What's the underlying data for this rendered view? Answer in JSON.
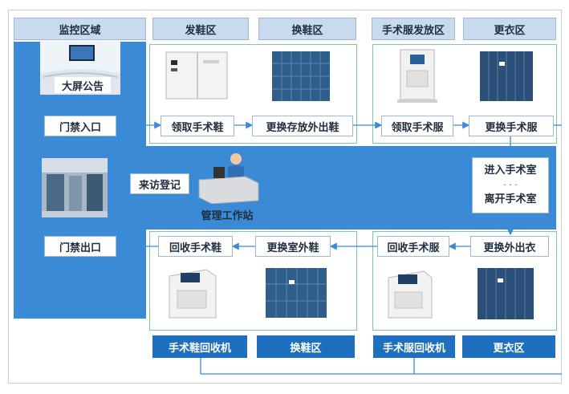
{
  "headers": {
    "monitor_zone": "监控区域",
    "shoe_issue_zone": "发鞋区",
    "shoe_change_zone": "换鞋区",
    "gown_issue_zone": "手术服发放区",
    "changing_room_zone": "更衣区"
  },
  "screen_notice": "大屏公告",
  "entry_gate": "门禁入口",
  "exit_gate": "门禁出口",
  "visitor_registration": "来访登记",
  "management_workstation": "管理工作站",
  "steps": {
    "get_surgical_shoes": "领取手术鞋",
    "store_outer_shoes": "更换存放外出鞋",
    "get_surgical_gown": "领取手术服",
    "change_surgical_gown": "更换手术服",
    "enter_or": "进入手术室",
    "dots": "· · ·",
    "leave_or": "离开手术室",
    "change_outer_clothes": "更换外出衣",
    "return_gown": "回收手术服",
    "change_outdoor_shoes": "更换室外鞋",
    "return_shoes": "回收手术鞋"
  },
  "bottom_labels": {
    "shoe_recycler": "手术鞋回收机",
    "shoe_change_zone": "换鞋区",
    "gown_recycler": "手术服回收机",
    "changing_room_zone": "更衣区"
  },
  "colors": {
    "zone_blue": "#3b8ad6",
    "header_bg": "#c9d9ee",
    "panel_border": "#7fc7a6",
    "dark_label": "#1e6fc0"
  }
}
